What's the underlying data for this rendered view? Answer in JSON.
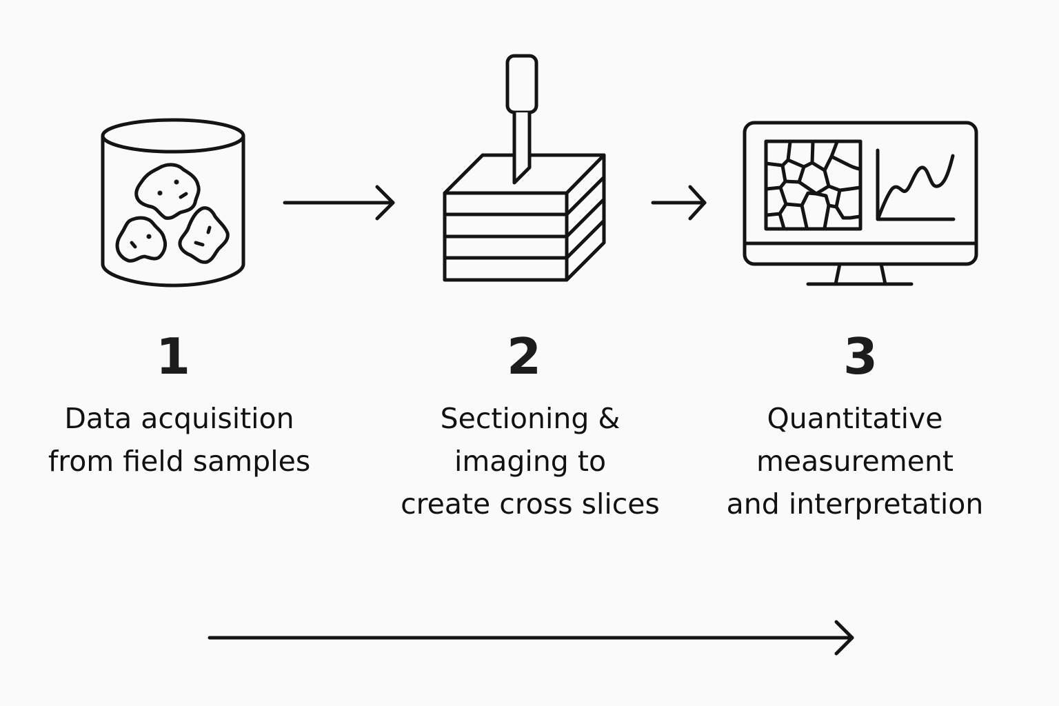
{
  "diagram": {
    "type": "process-flow",
    "direction": "left-to-right",
    "colors": {
      "background": "#fafafa",
      "stroke": "#141414",
      "text": "#111111"
    },
    "steps": [
      {
        "number": "1",
        "label": "Data acquisition\nfrom field samples",
        "icon": "sample-jar-icon"
      },
      {
        "number": "2",
        "label": "Sectioning &\nimaging to\ncreate cross slices",
        "icon": "sectioning-block-icon"
      },
      {
        "number": "3",
        "label": "Quantitative\nmeasurement\nand interpretation",
        "icon": "monitor-analysis-icon"
      }
    ],
    "connectors": [
      {
        "from": "1",
        "to": "2",
        "icon": "arrow-right-icon"
      },
      {
        "from": "2",
        "to": "3",
        "icon": "arrow-right-icon"
      }
    ],
    "timeline_arrow": {
      "icon": "long-arrow-right-icon"
    }
  }
}
